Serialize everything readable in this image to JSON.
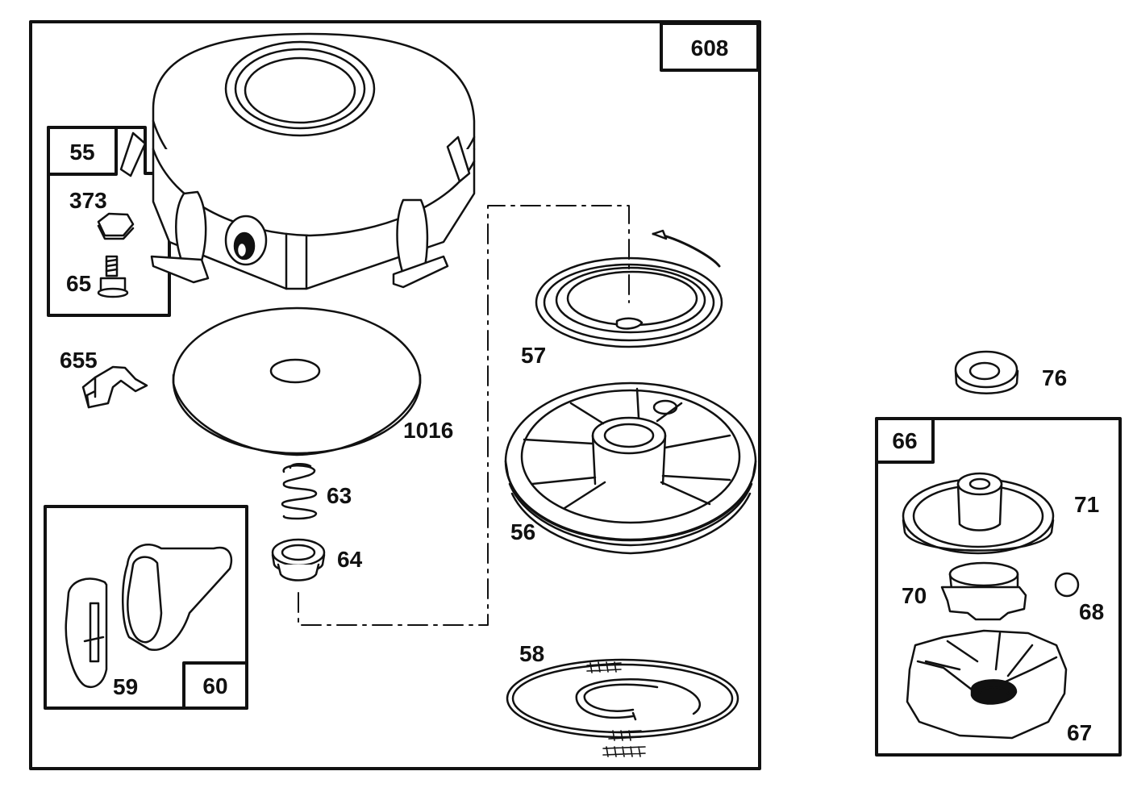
{
  "assembly_box": {
    "number": "608"
  },
  "kits": [
    {
      "id": "kit-55",
      "number": "55"
    },
    {
      "id": "kit-60",
      "number": "60"
    },
    {
      "id": "kit-66",
      "number": "66"
    }
  ],
  "parts": {
    "p373": "373",
    "p65": "65",
    "p655": "655",
    "p1016": "1016",
    "p63": "63",
    "p64": "64",
    "p59": "59",
    "p57": "57",
    "p56": "56",
    "p58": "58",
    "p76": "76",
    "p71": "71",
    "p70": "70",
    "p68": "68",
    "p67": "67"
  }
}
